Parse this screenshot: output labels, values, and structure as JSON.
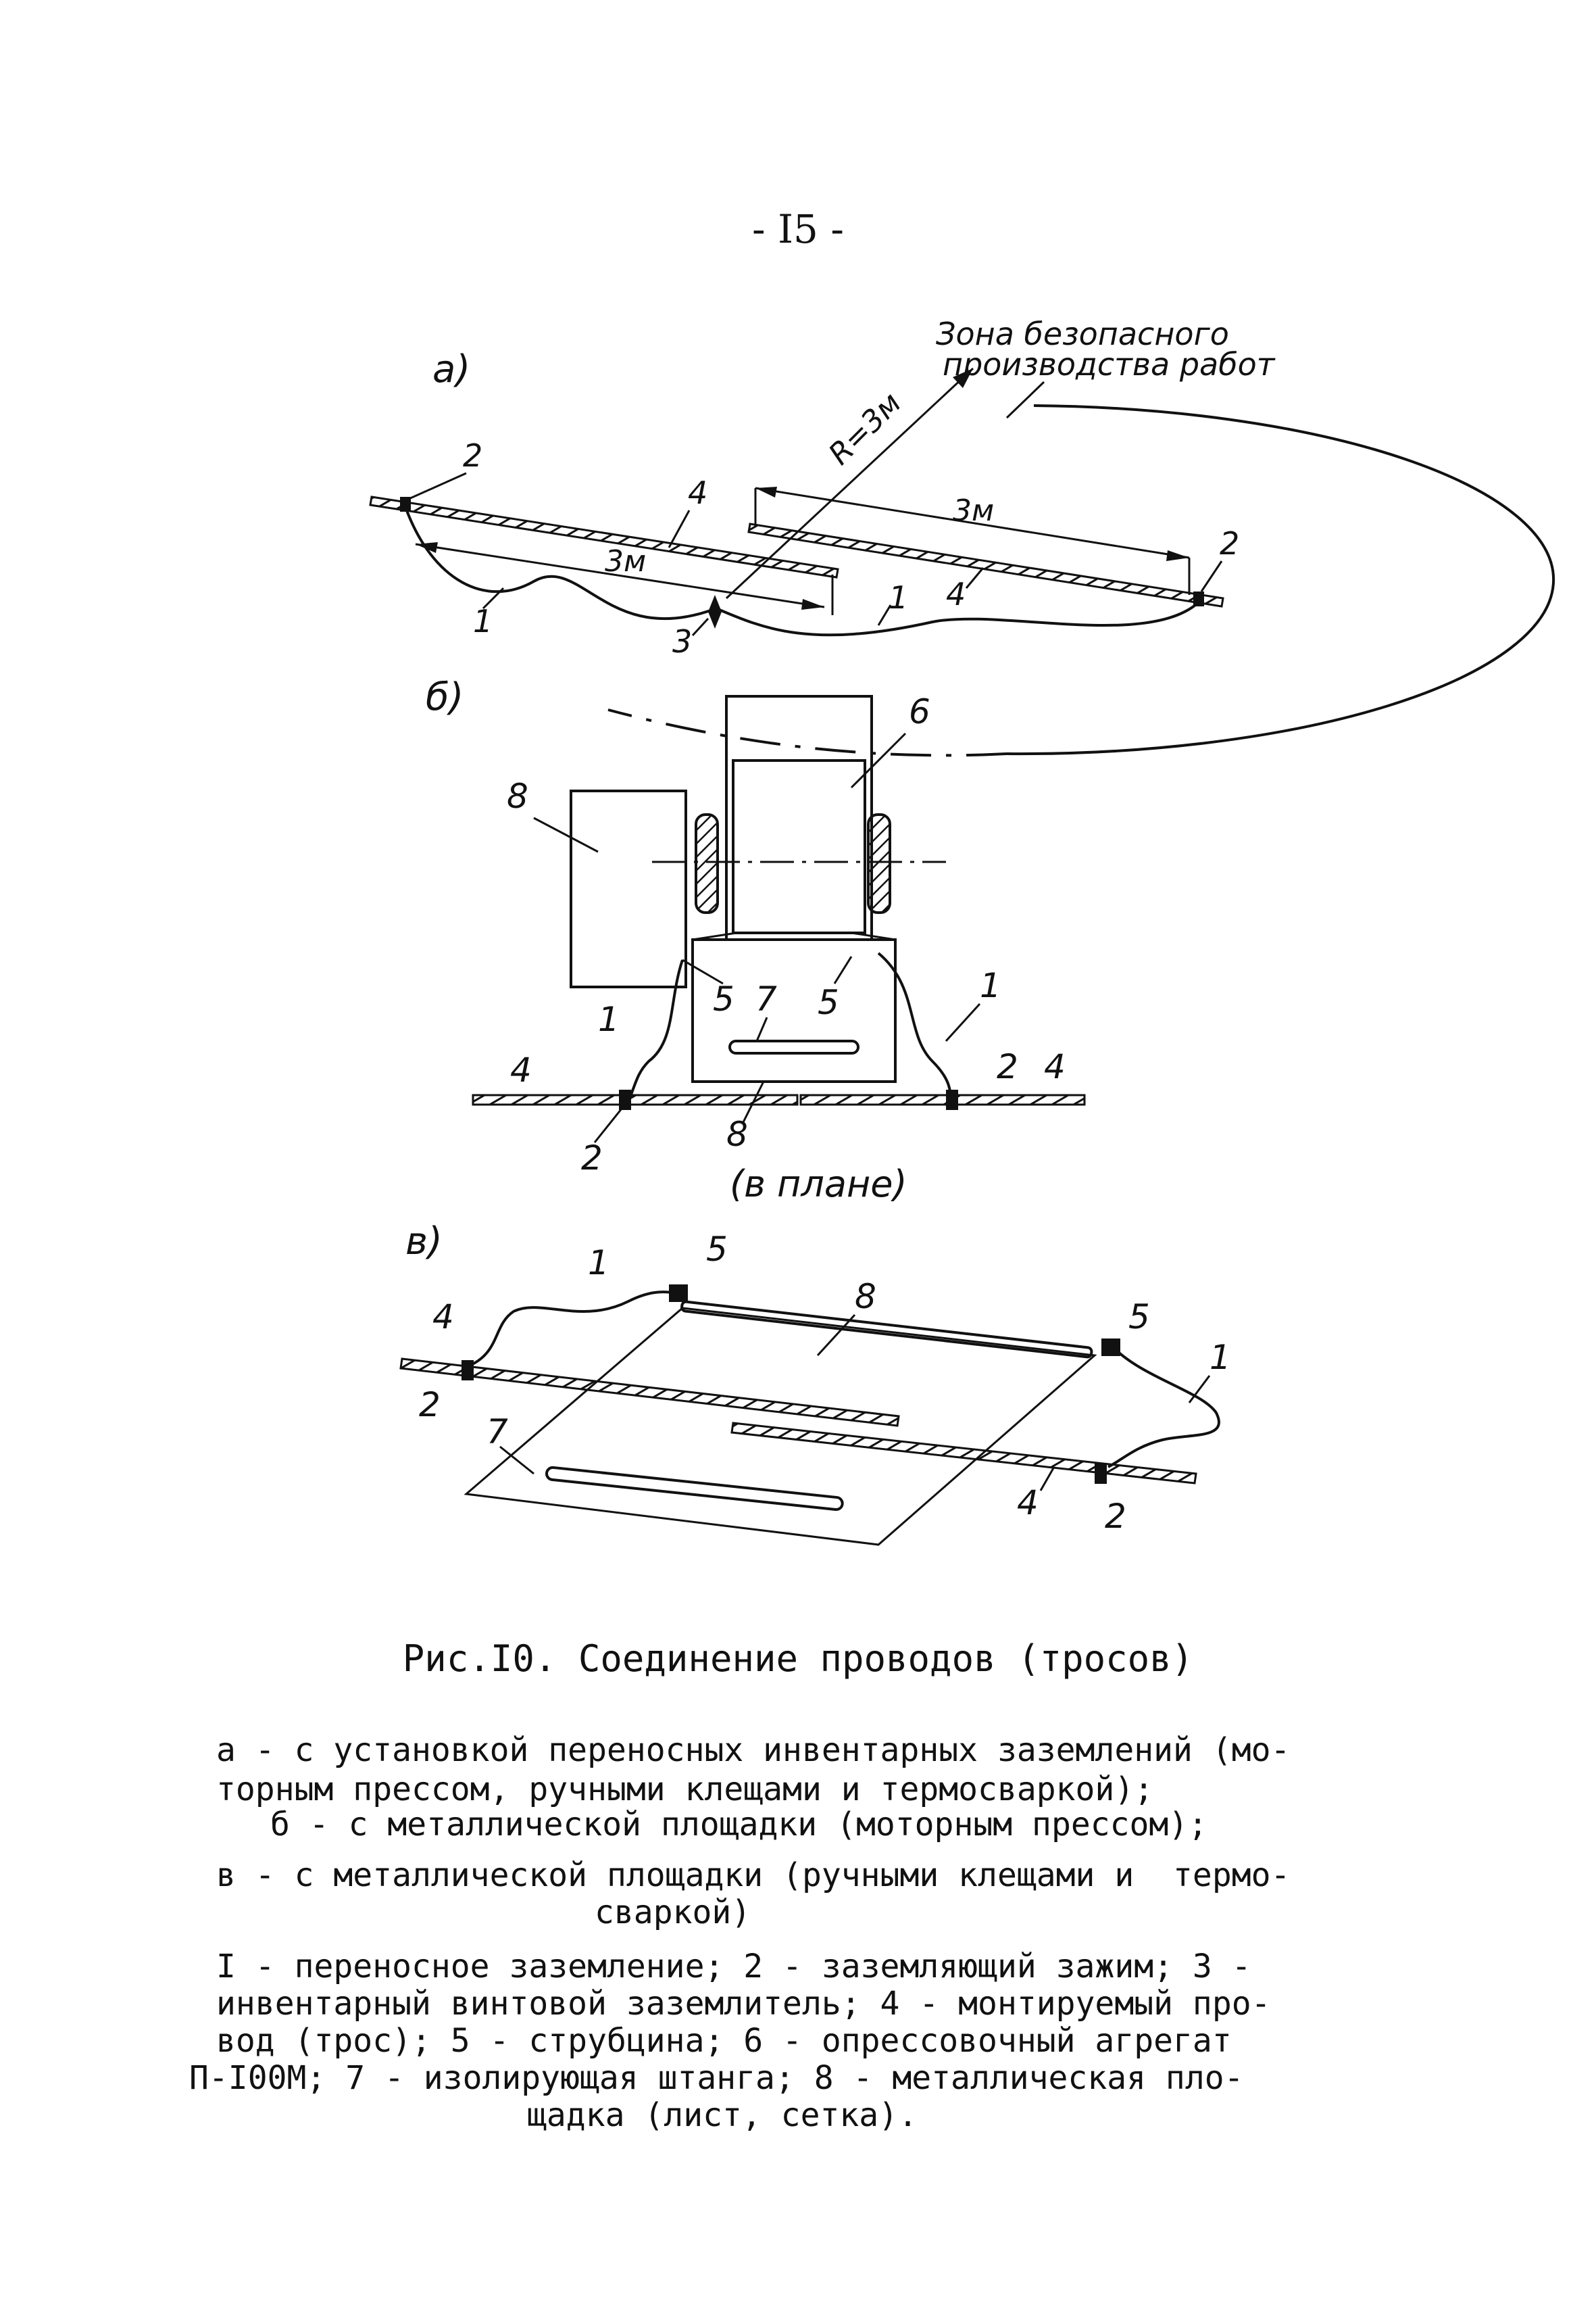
{
  "page": {
    "number": "- I5 -"
  },
  "figure": {
    "label_a": "а)",
    "label_b": "б)",
    "label_c": "в)",
    "zone_line1": "Зона безопасного",
    "zone_line2": "производства работ",
    "radius": "R=3м",
    "dist_left": "3м",
    "dist_right": "3м",
    "in_plan": "(в плане)",
    "num_1": "1",
    "num_2": "2",
    "num_3": "3",
    "num_4": "4",
    "num_5": "5",
    "num_6": "6",
    "num_7": "7",
    "num_8": "8"
  },
  "caption": {
    "title": "Рис.I0. Соединение проводов (тросов)"
  },
  "legend": {
    "a_line1": "а - с установкой переносных инвентарных заземлений (мо-",
    "a_line2": "торным прессом, ручными клещами и термосваркой);",
    "b_line": "б - с металлической площадки (моторным прессом);",
    "c_line1": "в - с металлической площадки (ручными клещами и  термо-",
    "c_line2": "сваркой)",
    "items_line1": "I - переносное заземление; 2 - заземляющий зажим; 3 -",
    "items_line2": "инвентарный винтовой заземлитель; 4 - монтируемый про-",
    "items_line3": "вод (трос); 5 - струбцина; 6 - опрессовочный агрегат",
    "items_line4": "П-I00М; 7 - изолирующая штанга; 8 - металлическая пло-",
    "items_line5": "щадка (лист, сетка)."
  }
}
